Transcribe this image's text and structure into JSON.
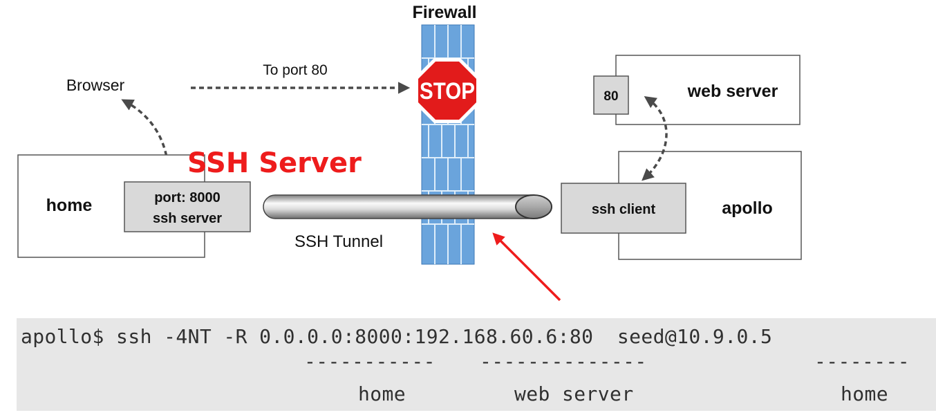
{
  "firewall": {
    "label": "Firewall",
    "stop_sign": "STOP",
    "color": "#6aa4dc"
  },
  "blocked_request": {
    "label": "To port 80"
  },
  "browser": {
    "label": "Browser"
  },
  "home_host": {
    "label": "home",
    "port_box_line1": "port: 8000",
    "port_box_line2": "ssh server"
  },
  "overlay_label": {
    "text": "SSH Server",
    "color": "#ee1c1c"
  },
  "tunnel": {
    "label": "SSH Tunnel"
  },
  "web_server_host": {
    "label": "web server",
    "port_box": "80"
  },
  "apollo_host": {
    "label": "apollo",
    "client_box": "ssh client"
  },
  "command": {
    "line": "apollo$ ssh -4NT -R 0.0.0.0:8000:192.168.60.6:80  seed@10.9.0.5",
    "segments": [
      {
        "underline": "-----------",
        "label": "home"
      },
      {
        "underline": "--------------",
        "label": "web server"
      },
      {
        "underline": "--------",
        "label": "home"
      }
    ]
  },
  "icons": {
    "stop": "stop-sign-icon",
    "arrow_right": "dashed-arrow-icon",
    "double_arrow": "double-headed-dashed-arrow-icon",
    "pointer": "red-arrow-icon"
  }
}
